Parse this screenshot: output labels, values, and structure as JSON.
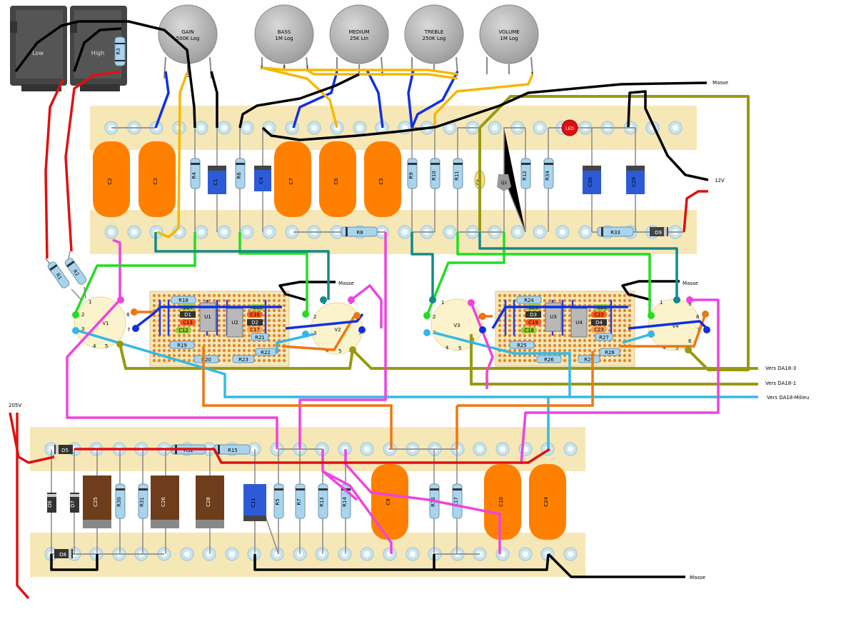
{
  "jacks": [
    {
      "id": "jack-low",
      "label": "Low"
    },
    {
      "id": "jack-high",
      "label": "High"
    }
  ],
  "pots": [
    {
      "id": "pot-gain",
      "name": "GAIN",
      "value": "500K Log"
    },
    {
      "id": "pot-bass",
      "name": "BASS",
      "value": "1M Log"
    },
    {
      "id": "pot-medium",
      "name": "MEDIUM",
      "value": "25K Lin"
    },
    {
      "id": "pot-treble",
      "name": "TREBLE",
      "value": "250K Log"
    },
    {
      "id": "pot-volume",
      "name": "VOLUME",
      "value": "1M Log"
    }
  ],
  "pot_pin_labels": [
    "3",
    "2",
    "1"
  ],
  "board1": {
    "caps_orange": [
      "C2",
      "C3",
      "C7",
      "C6",
      "C5"
    ],
    "resistors": [
      "R4",
      "R6",
      "R9",
      "R10",
      "R11",
      "R12",
      "R34"
    ],
    "caps_blue": [
      "C1",
      "C4",
      "C30",
      "C29"
    ],
    "cap_small": "C8",
    "transistor": "Q1",
    "diode": "D9",
    "resistors_h": [
      "R8",
      "R33"
    ],
    "led": "LED"
  },
  "board2": {
    "diodes_h": [
      "D5",
      "D8"
    ],
    "diodes_v": [
      "D6",
      "D7"
    ],
    "resistors_h": [
      "R32",
      "R15"
    ],
    "caps_brown": [
      "C25",
      "C26",
      "C28"
    ],
    "resistors": [
      "R30",
      "R31",
      "R5",
      "R7",
      "R13",
      "R14",
      "R16",
      "R17"
    ],
    "cap_blue": "C11",
    "caps_orange": [
      "C9",
      "C10",
      "C24"
    ]
  },
  "input_resistors": [
    "R1",
    "R2",
    "R3"
  ],
  "tubes": [
    {
      "id": "v1",
      "label": "V1"
    },
    {
      "id": "v2",
      "label": "V2"
    },
    {
      "id": "v3",
      "label": "V3"
    },
    {
      "id": "v4",
      "label": "V4"
    }
  ],
  "tube_pins": [
    "1",
    "2",
    "3",
    "4",
    "5",
    "6",
    "7",
    "8",
    "9"
  ],
  "subboard_left": {
    "resistors": [
      "R18",
      "R19",
      "R20",
      "R21",
      "R22",
      "R23"
    ],
    "caps": [
      "C14",
      "C13",
      "C12",
      "C15",
      "C16",
      "C17"
    ],
    "diodes": [
      "D1",
      "D2"
    ],
    "ics": [
      "U1",
      "U2"
    ]
  },
  "subboard_right": {
    "resistors": [
      "R24",
      "R25",
      "R26",
      "R27",
      "R28",
      "R29"
    ],
    "caps": [
      "C20",
      "C19",
      "C18",
      "C21",
      "C22",
      "C23"
    ],
    "diodes": [
      "D3",
      "D4"
    ],
    "ics": [
      "U3",
      "U4"
    ]
  },
  "labels": {
    "masse": "Masse",
    "v12": "12V",
    "v205": "205V",
    "vers_da18_3": "Vers DA18-3",
    "vers_da18_1": "Vers DA18-1",
    "vers_da18_milieu": "Vers DA18-Milieu"
  },
  "colors": {
    "board": "#f6e7b6",
    "cap_orange": "#ff7f00",
    "cap_blue": "#2d5bd8",
    "cap_brown": "#6e3d1b",
    "resistor": "#a9d4ee",
    "wire_black": "#000000",
    "wire_blue": "#1030e0",
    "wire_yellow": "#f5b800",
    "wire_red": "#e01010",
    "wire_green": "#22dd22",
    "wire_teal": "#118a8a",
    "wire_magenta": "#ee44dd",
    "wire_orange": "#ee7711",
    "wire_cyan": "#33b8e8",
    "wire_olive": "#999911",
    "led": "#e01010"
  }
}
